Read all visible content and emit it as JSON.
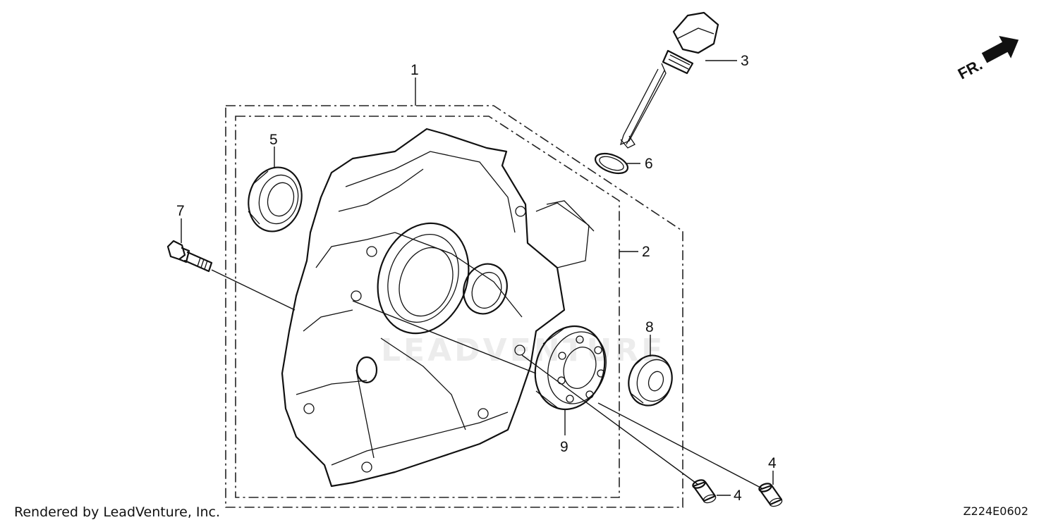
{
  "watermark": {
    "brand": "",
    "subtext": "LEADVENTURE"
  },
  "direction_marker": {
    "label": "FR.",
    "icon": "direction-arrow-icon"
  },
  "callouts": [
    "1",
    "2",
    "3",
    "4",
    "4",
    "5",
    "6",
    "7",
    "8",
    "9"
  ],
  "footer": {
    "credit": "Rendered by LeadVenture, Inc.",
    "diagram_code": "Z224E0602"
  }
}
